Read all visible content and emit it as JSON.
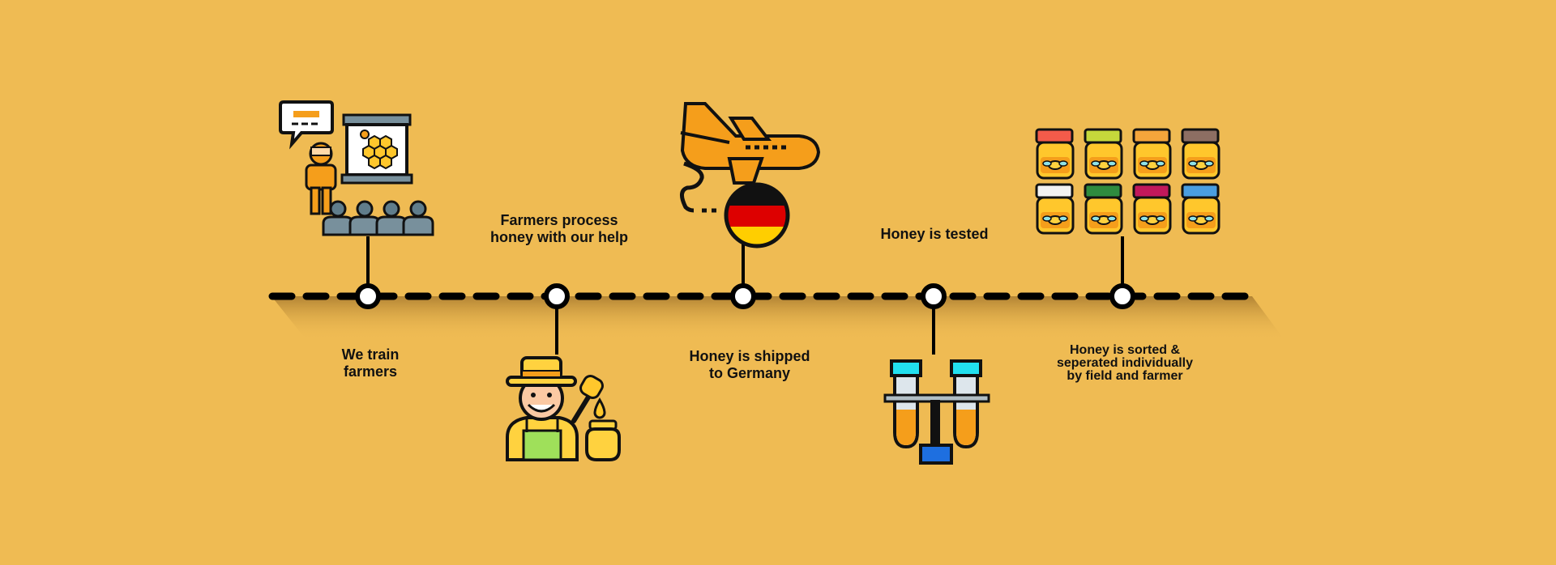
{
  "colors": {
    "background": "#EFBB53",
    "timeline": "#000000",
    "shadow": "#B98A36",
    "accent_orange": "#F59E1B",
    "honey_yellow": "#FFD23F"
  },
  "steps": [
    {
      "label": "We train\nfarmers",
      "icon": "training-presentation-icon"
    },
    {
      "label": "Farmers process\nhoney with our help",
      "icon": "farmer-with-honey-icon"
    },
    {
      "label": "Honey is shipped\nto Germany",
      "icon": "airplane-germany-flag-icon"
    },
    {
      "label": "Honey is tested",
      "icon": "test-tubes-icon"
    },
    {
      "label": "Honey is sorted &\nseperated individually\nby field and farmer",
      "icon": "honey-jars-icon"
    }
  ]
}
